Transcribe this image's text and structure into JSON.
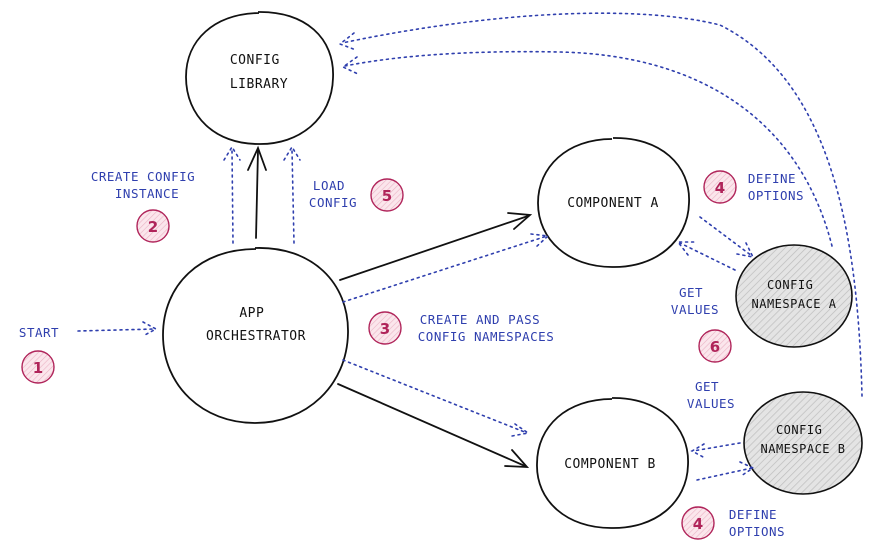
{
  "colors": {
    "ink": "#111111",
    "annotation": "#2f3fae",
    "badge": "#b0245a",
    "badge_fill": "#f3c7d4",
    "namespace_fill": "#d9d9d9"
  },
  "nodes": {
    "config_library": {
      "lines": [
        "CONFIG",
        "LIBRARY"
      ]
    },
    "app_orchestrator": {
      "lines": [
        "APP",
        "ORCHESTRATOR"
      ]
    },
    "component_a": {
      "lines": [
        "COMPONENT A"
      ]
    },
    "component_b": {
      "lines": [
        "COMPONENT B"
      ]
    },
    "namespace_a": {
      "lines": [
        "CONFIG",
        "NAMESPACE A"
      ]
    },
    "namespace_b": {
      "lines": [
        "CONFIG",
        "NAMESPACE B"
      ]
    }
  },
  "annotations": {
    "start": {
      "lines": [
        "START"
      ],
      "step": "1"
    },
    "create_config_instance": {
      "lines": [
        "CREATE CONFIG",
        "INSTANCE"
      ],
      "step": "2"
    },
    "create_and_pass": {
      "lines": [
        "CREATE AND PASS",
        "CONFIG NAMESPACES"
      ],
      "step": "3"
    },
    "define_options_a": {
      "lines": [
        "DEFINE",
        "OPTIONS"
      ],
      "step": "4"
    },
    "define_options_b": {
      "lines": [
        "DEFINE",
        "OPTIONS"
      ],
      "step": "4"
    },
    "load_config": {
      "lines": [
        "LOAD",
        "CONFIG"
      ],
      "step": "5"
    },
    "get_values_a": {
      "lines": [
        "GET",
        "VALUES"
      ],
      "step": "6"
    },
    "get_values_b": {
      "lines": [
        "GET",
        "VALUES"
      ]
    }
  }
}
